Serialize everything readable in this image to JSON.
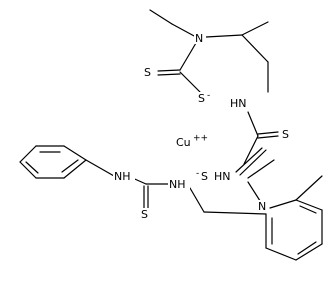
{
  "molecule": {
    "atoms": {
      "n_top": "N",
      "s_top_double": "S",
      "s_top_anion": "S",
      "s_top_anion_charge": "-",
      "nh_right": "HN",
      "s_right": "S",
      "cu": "Cu",
      "cu_charge": "++",
      "s_lower_anion": "S",
      "s_lower_anion_charge": "-",
      "hn_lower": "HN",
      "n_lower": "N",
      "nh_phenyl": "NH",
      "nh_benzyl": "NH",
      "s_bottom": "S"
    },
    "colors": {
      "bond": "#000000",
      "label": "#000000",
      "background": "#ffffff"
    }
  }
}
